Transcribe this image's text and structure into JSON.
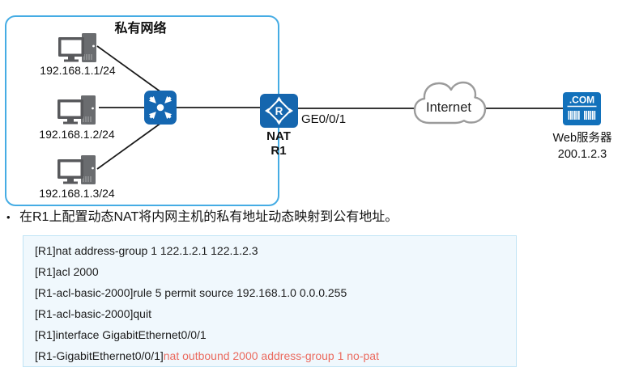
{
  "colors": {
    "device_blue": "#1567b1",
    "server_blue": "#1271bb",
    "network_box_border": "#45ace4",
    "code_background": "#f0f8fd",
    "code_border": "#c0e4f5",
    "highlight_red": "#eb6a5e",
    "cloud_stroke": "#9b9b9b",
    "wire_black": "#1a1a1a"
  },
  "diagram": {
    "private_network": {
      "label": "私有网络"
    },
    "hosts": [
      {
        "ip": "192.168.1.1/24"
      },
      {
        "ip": "192.168.1.2/24"
      },
      {
        "ip": "192.168.1.3/24"
      }
    ],
    "router": {
      "icon_letter": "R",
      "name": "NAT",
      "hostname": "R1",
      "interface_label": "GE0/0/1"
    },
    "internet": {
      "label": "Internet"
    },
    "web_server": {
      "icon_text": ".COM",
      "label": "Web服务器",
      "ip": "200.1.2.3"
    }
  },
  "bullet": {
    "marker": "•",
    "text": "在R1上配置动态NAT将内网主机的私有地址动态映射到公有地址。"
  },
  "code_block": {
    "lines": [
      "[R1]nat address-group 1 122.1.2.1 122.1.2.3",
      "[R1]acl 2000",
      "[R1-acl-basic-2000]rule 5 permit source 192.168.1.0 0.0.0.255",
      "[R1-acl-basic-2000]quit",
      "[R1]interface GigabitEthernet0/0/1"
    ],
    "last_line": {
      "prefix": "[R1-GigabitEthernet0/0/1]",
      "highlight": "nat outbound 2000 address-group 1 no-pat"
    }
  }
}
